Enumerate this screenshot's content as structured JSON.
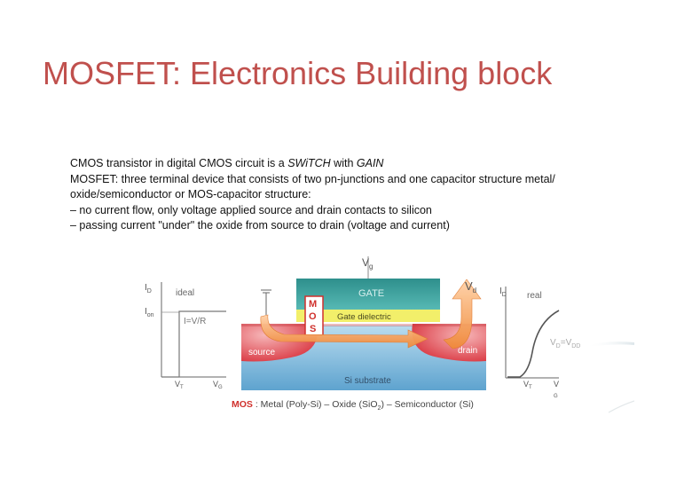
{
  "title": "MOSFET: Electronics Building block",
  "description": {
    "line1_prefix": "CMOS transistor in digital CMOS circuit is a ",
    "line1_switch": "SWiTCH",
    "line1_mid": " with ",
    "line1_gain": "GAIN",
    "line2": "MOSFET: three terminal device that consists of two pn-junctions and one capacitor structure metal/",
    "line3": "oxide/semiconductor or MOS-capacitor structure:",
    "line4": "– no current flow, only voltage applied source and drain contacts to silicon",
    "line5": "– passing current \"under\" the oxide from source to drain (voltage and current)"
  },
  "ideal_plot": {
    "y_label": "ID",
    "y_label_main": "I",
    "y_label_sub": "D",
    "curve_label": "ideal",
    "ion_main": "I",
    "ion_sub": "on",
    "equation": "I=V/R",
    "x_tick1_main": "V",
    "x_tick1_sub": "T",
    "x_tick2_main": "V",
    "x_tick2_sub": "G"
  },
  "device": {
    "vg_main": "V",
    "vg_sub": "g",
    "vd_main": "V",
    "vd_sub": "d",
    "gate": "GATE",
    "dielectric": "Gate dielectric",
    "mos_m": "M",
    "mos_o": "O",
    "mos_s": "S",
    "source": "source",
    "drain": "drain",
    "substrate": "Si substrate"
  },
  "real_plot": {
    "y_label_main": "I",
    "y_label_sub": "D",
    "curve_label": "real",
    "vd_eq_v1": "V",
    "vd_eq_s1": "D",
    "vd_eq_v2": "=V",
    "vd_eq_s2": "DD",
    "x_tick1_main": "V",
    "x_tick1_sub": "T",
    "x_tick2_main": "V",
    "x_tick2_sub": "G"
  },
  "caption": {
    "mos": "MOS",
    "rest_a": " : Metal (Poly-Si) – Oxide (SiO",
    "rest_sub": "2",
    "rest_b": ") – Semiconductor (Si)"
  },
  "colors": {
    "title": "#c0504d",
    "gate": "#3fa7a3",
    "dielectric": "#f2ef6a",
    "substrate": "#7fb9dd",
    "doped": "#e2424a",
    "arrow": "#f5a35c",
    "mos_box": "#d0312d"
  }
}
